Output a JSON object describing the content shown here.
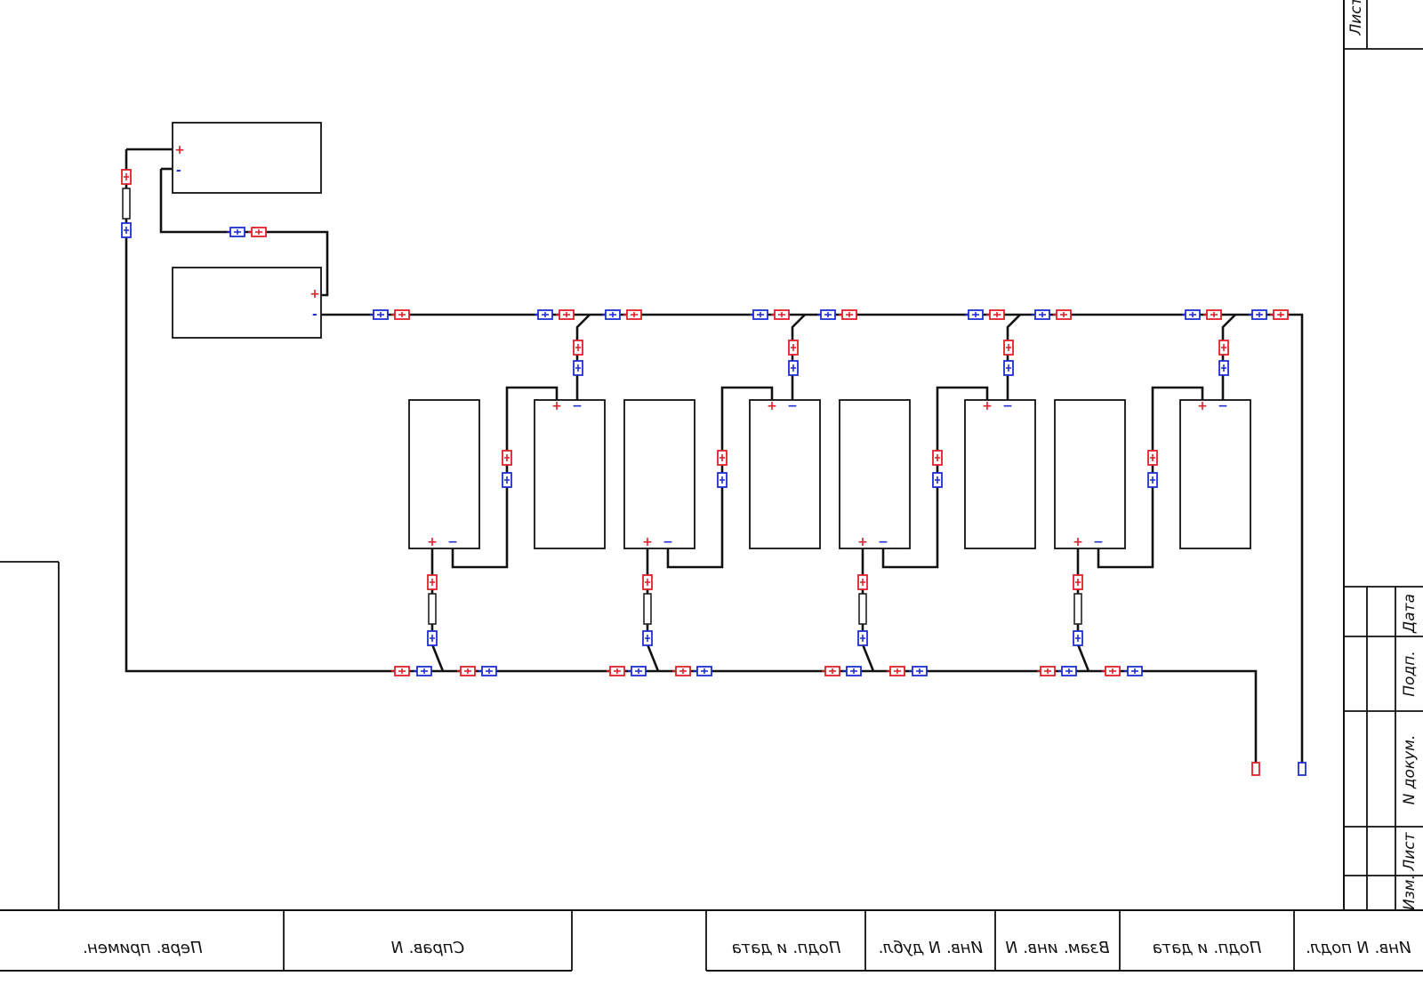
{
  "colors": {
    "line": "#111111",
    "positive": "#e0202a",
    "negative": "#1f2fd1",
    "plug": "#222222"
  },
  "terminals": {
    "positive": "+",
    "negative": "−"
  },
  "top_batteries": [
    {
      "id": "upper-battery-1",
      "plus": "+",
      "minus": "-"
    },
    {
      "id": "upper-battery-2",
      "plus": "+",
      "minus": "-"
    }
  ],
  "lower_modules": [
    {
      "id": "module-1",
      "plus": "+",
      "minus": "−"
    },
    {
      "id": "module-2",
      "plus": "+",
      "minus": "−"
    },
    {
      "id": "module-3",
      "plus": "+",
      "minus": "−"
    },
    {
      "id": "module-4",
      "plus": "+",
      "minus": "−"
    },
    {
      "id": "module-5",
      "plus": "+",
      "minus": "−"
    },
    {
      "id": "module-6",
      "plus": "+",
      "minus": "−"
    },
    {
      "id": "module-7",
      "plus": "+",
      "minus": "−"
    },
    {
      "id": "module-8",
      "plus": "+",
      "minus": "−"
    }
  ],
  "title_block": {
    "right_column_labels": [
      "Лист",
      "Дата",
      "Подп.",
      "N докум.",
      "Лист",
      "Изм."
    ],
    "bottom_labels": [
      "Перв. примен.",
      "Справ. N",
      "Подп. и дата",
      "Инв. N дубл.",
      "Взам. инв. N",
      "Подп. и дата",
      "Инв. N подл."
    ]
  }
}
